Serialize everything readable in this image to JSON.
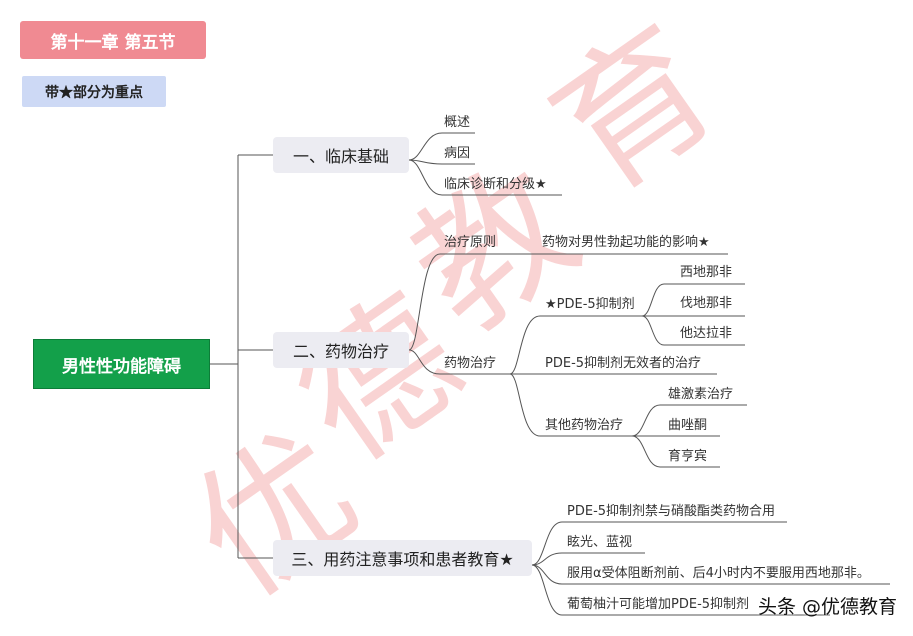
{
  "chapter": "第十一章  第五节",
  "key_note": "带★部分为重点",
  "root": "男性性功能障碍",
  "branches": [
    {
      "label": "一、临床基础",
      "children": [
        "概述",
        "病因",
        "临床诊断和分级★"
      ]
    },
    {
      "label": "二、药物治疗",
      "principle": {
        "label": "治疗原则",
        "child": "药物对男性勃起功能的影响★"
      },
      "drug": {
        "label": "药物治疗",
        "pde5": {
          "label": "★PDE-5抑制剂",
          "children": [
            "西地那非",
            "伐地那非",
            "他达拉非"
          ]
        },
        "ineffective": "PDE-5抑制剂无效者的治疗",
        "other": {
          "label": "其他药物治疗",
          "children": [
            "雄激素治疗",
            "曲唑酮",
            "育亨宾"
          ]
        }
      }
    },
    {
      "label": "三、用药注意事项和患者教育★",
      "children": [
        "PDE-5抑制剂禁与硝酸酯类药物合用",
        "眩光、蓝视",
        "服用α受体阻断剂前、后4小时内不要服用西地那非。",
        "葡萄柚汁可能增加PDE-5抑制剂"
      ]
    }
  ],
  "watermark": [
    "优",
    "德",
    "教",
    "育"
  ],
  "credit": "头条 @优德教育"
}
